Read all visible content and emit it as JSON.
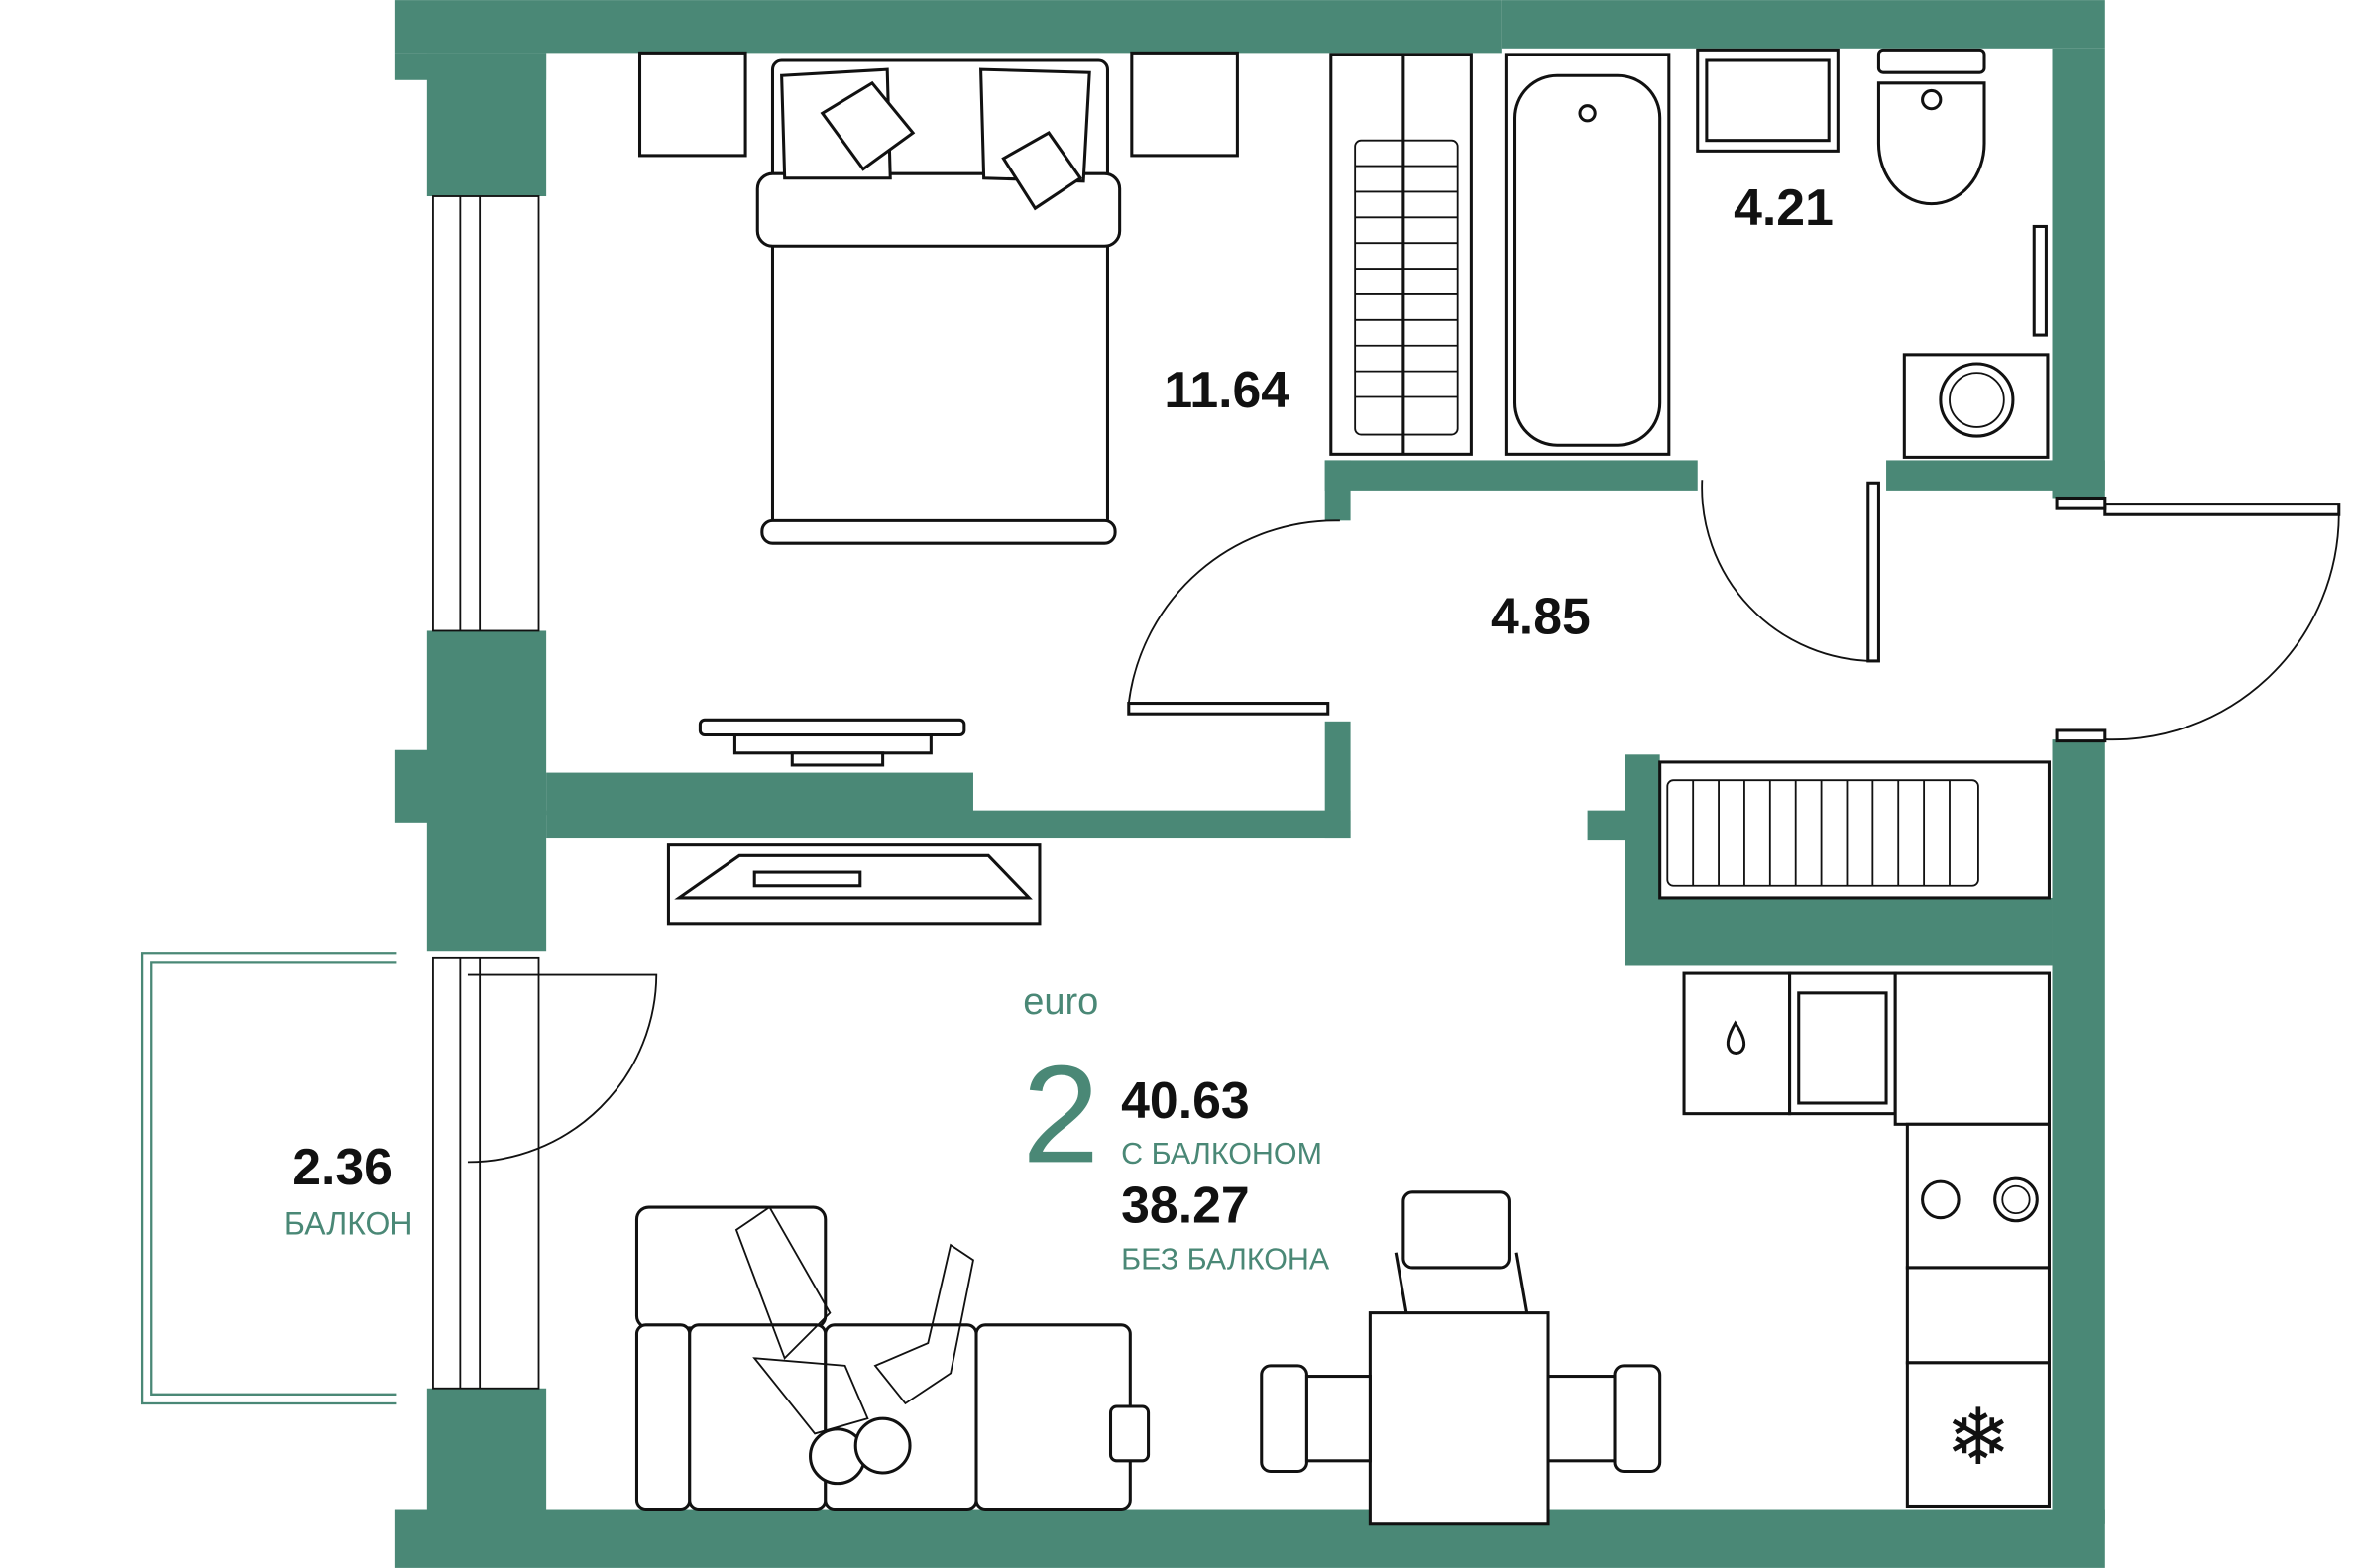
{
  "plan": {
    "accent_color": "#4a8876",
    "rooms": {
      "bedroom_area": "11.64",
      "bathroom_area": "4.21",
      "hall_area": "4.85",
      "balcony_area": "2.36",
      "balcony_label": "БАЛКОН"
    },
    "summary": {
      "type": "euro",
      "rooms_count": "2",
      "total_with_balcony": "40.63",
      "with_balcony_label": "С БАЛКОНОМ",
      "total_without_balcony": "38.27",
      "without_balcony_label": "БЕЗ БАЛКОНА"
    }
  }
}
